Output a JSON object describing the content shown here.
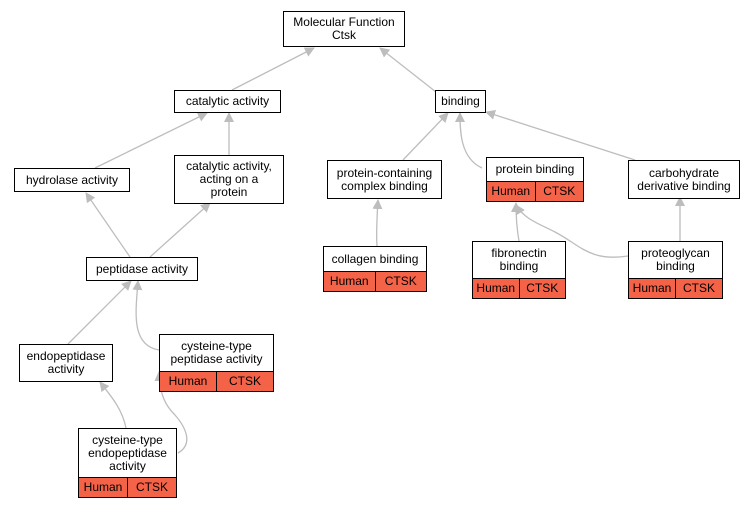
{
  "colors": {
    "edge": "#bdbdbd",
    "annotation": "#f46248",
    "border": "#000000"
  },
  "nodes": {
    "molecular_function": {
      "label": "Molecular Function\nCtsk"
    },
    "catalytic_activity": {
      "label": "catalytic activity"
    },
    "binding": {
      "label": "binding"
    },
    "hydrolase_activity": {
      "label": "hydrolase activity"
    },
    "catalytic_activity_protein": {
      "label": "catalytic activity,\nacting on a\nprotein"
    },
    "protein_containing_complex_binding": {
      "label": "protein-containing\ncomplex binding"
    },
    "protein_binding": {
      "label": "protein binding",
      "species": "Human",
      "gene": "CTSK"
    },
    "carbohydrate_derivative_binding": {
      "label": "carbohydrate\nderivative binding"
    },
    "peptidase_activity": {
      "label": "peptidase activity"
    },
    "collagen_binding": {
      "label": "collagen binding",
      "species": "Human",
      "gene": "CTSK"
    },
    "fibronectin_binding": {
      "label": "fibronectin\nbinding",
      "species": "Human",
      "gene": "CTSK"
    },
    "proteoglycan_binding": {
      "label": "proteoglycan\nbinding",
      "species": "Human",
      "gene": "CTSK"
    },
    "endopeptidase_activity": {
      "label": "endopeptidase\nactivity"
    },
    "cysteine_type_peptidase_activity": {
      "label": "cysteine-type\npeptidase activity",
      "species": "Human",
      "gene": "CTSK"
    },
    "cysteine_type_endopeptidase_activity": {
      "label": "cysteine-type\nendopeptidase\nactivity",
      "species": "Human",
      "gene": "CTSK"
    }
  }
}
